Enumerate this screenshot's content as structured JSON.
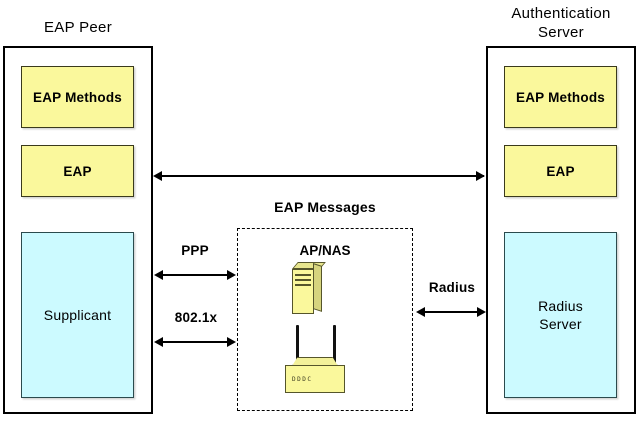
{
  "diagram": {
    "title_left": "EAP Peer",
    "title_right_line1": "Authentication",
    "title_right_line2": "Server",
    "peer_stack": {
      "methods_label": "EAP Methods",
      "eap_label": "EAP",
      "supplicant_label": "Supplicant"
    },
    "auth_stack": {
      "methods_label": "EAP Methods",
      "eap_label": "EAP",
      "radius_label_line1": "Radius",
      "radius_label_line2": "Server"
    },
    "middle": {
      "eap_messages_label": "EAP Messages",
      "device_label": "AP/NAS",
      "router_leds": "DDDC"
    },
    "arrows": {
      "ppp": "PPP",
      "dot1x": "802.1x",
      "radius": "Radius"
    },
    "colors": {
      "yellow_fill": "#FAF89C",
      "cyan_fill": "#CCFAFF",
      "line": "#000000",
      "background": "#FFFFFF"
    }
  }
}
